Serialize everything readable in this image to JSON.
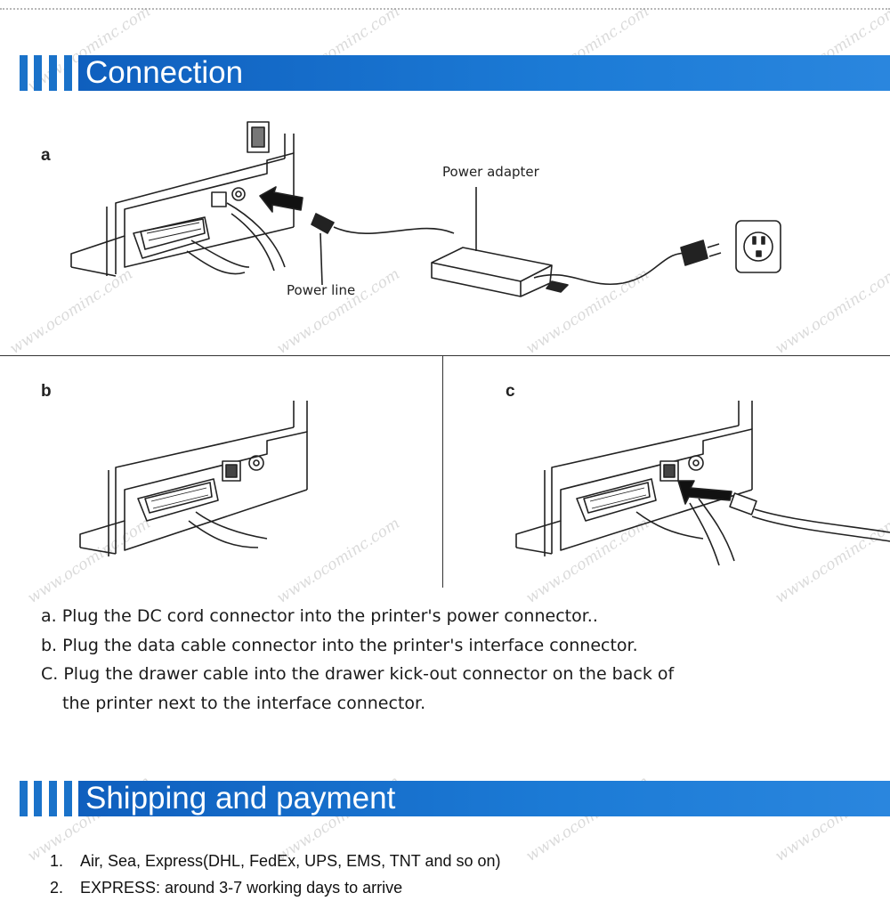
{
  "sections": {
    "connection_title": "Connection",
    "shipping_title": "Shipping and payment"
  },
  "diagram": {
    "panel_a_label": "a",
    "panel_b_label": "b",
    "panel_c_label": "c",
    "power_adapter_label": "Power adapter",
    "power_line_label": "Power line"
  },
  "instructions": [
    "a. Plug the DC cord connector into the printer's power connector..",
    "b. Plug the data cable connector into the printer's interface connector.",
    "C. Plug the drawer cable into the drawer kick-out connector on the back of",
    "the printer next to the interface connector."
  ],
  "shipping": [
    {
      "num": "1.",
      "text": "Air, Sea, Express(DHL, FedEx, UPS, EMS, TNT and so on)"
    },
    {
      "num": "2.",
      "text": "EXPRESS: around 3-7 working days to arrive"
    }
  ],
  "watermark": "www.ocominc.com",
  "colors": {
    "banner_blue": "#1a72c9",
    "line": "#333333"
  }
}
